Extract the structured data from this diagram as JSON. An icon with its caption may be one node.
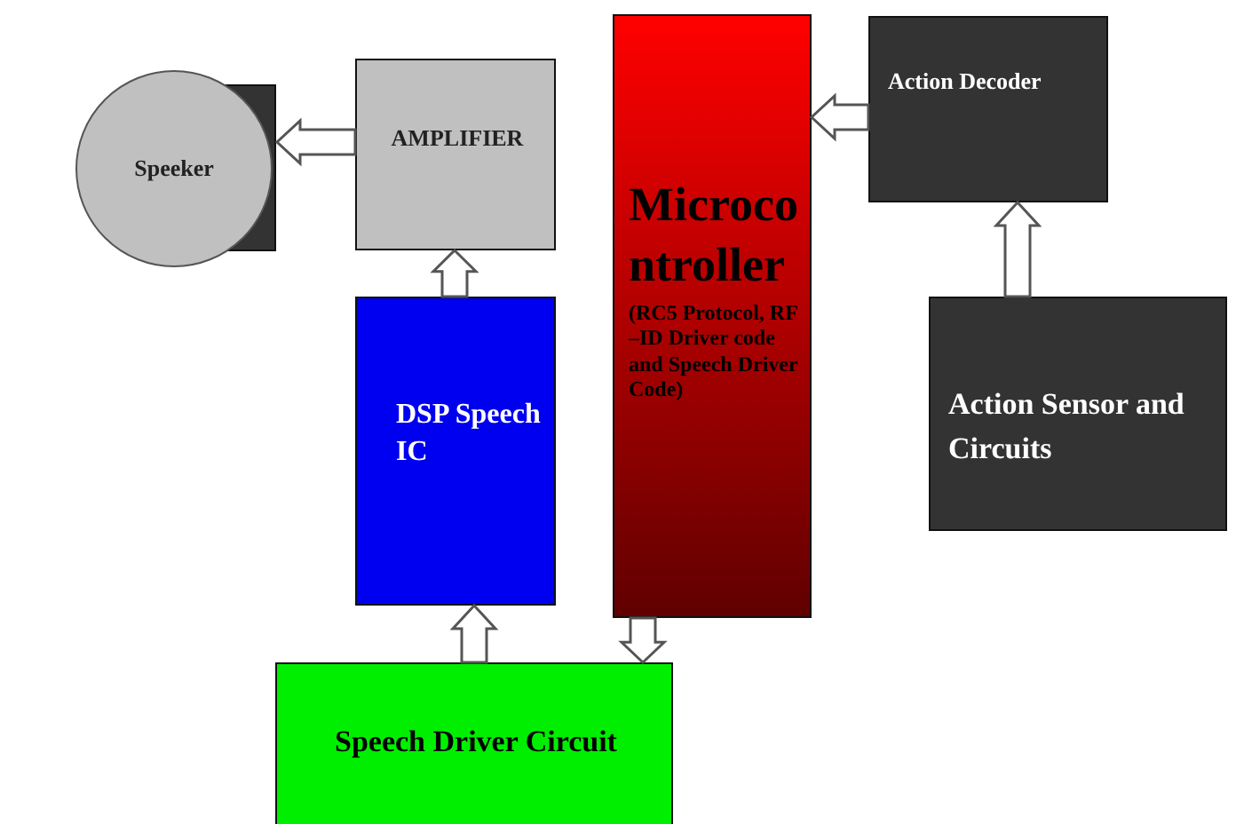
{
  "diagram": {
    "nodes": [
      {
        "text": [
          "Speeker"
        ]
      },
      {
        "text": [
          "AMPLIFIER"
        ]
      },
      {
        "text": [
          "Microcontroller",
          "(RC5 Protocol, RF –ID Driver code and Speech Driver Code)"
        ]
      },
      {
        "text": [
          "Action Decoder"
        ]
      },
      {
        "text": [
          "DSP Speech IC"
        ]
      },
      {
        "text": [
          "Action Sensor and Circuits"
        ]
      },
      {
        "text": [
          "Speech Driver Circuit"
        ]
      }
    ],
    "edges": [
      {
        "from": 1,
        "to": 0,
        "arrow": "to"
      },
      {
        "from": 4,
        "to": 1,
        "arrow": "to"
      },
      {
        "from": 3,
        "to": 2,
        "arrow": "to"
      },
      {
        "from": 5,
        "to": 3,
        "arrow": "to"
      },
      {
        "from": 6,
        "to": 4,
        "arrow": "to"
      },
      {
        "from": 2,
        "to": 6,
        "arrow": "to"
      }
    ]
  }
}
